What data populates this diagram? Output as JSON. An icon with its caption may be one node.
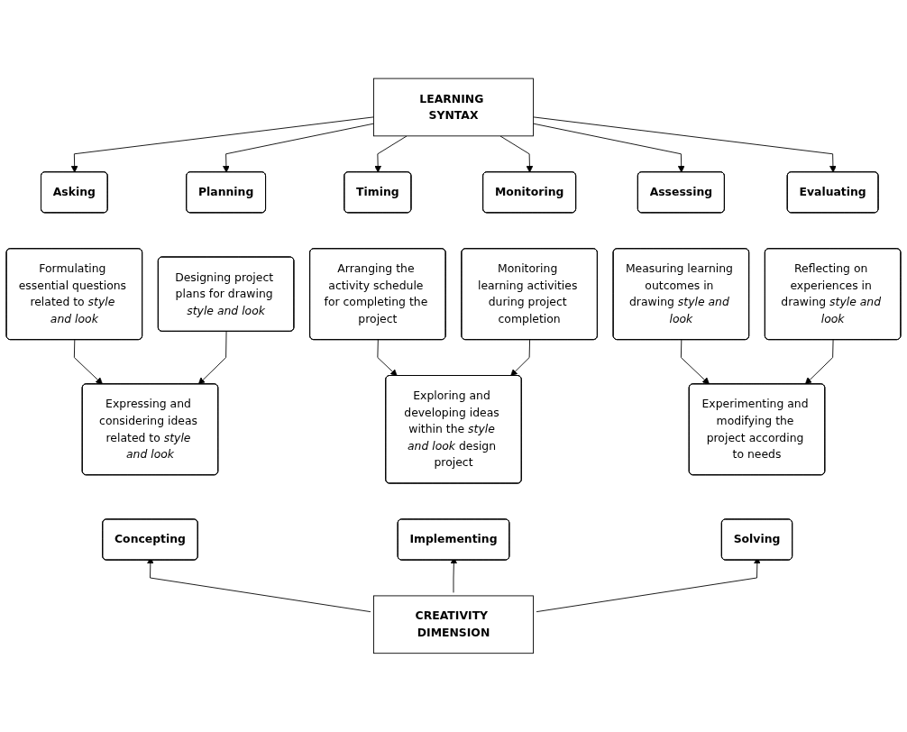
{
  "diagram": {
    "nodes": [
      {
        "text": [
          "LEARNING SYNTAX"
        ]
      },
      {
        "text": [
          "Asking"
        ]
      },
      {
        "text": [
          "Planning"
        ]
      },
      {
        "text": [
          "Timing"
        ]
      },
      {
        "text": [
          "Monitoring"
        ]
      },
      {
        "text": [
          "Assessing"
        ]
      },
      {
        "text": [
          "Evaluating"
        ]
      },
      {
        "text": [
          "Formulating essential questions related to *style and look*"
        ]
      },
      {
        "text": [
          "Designing project plans for drawing *style and look*"
        ]
      },
      {
        "text": [
          "Arranging the activity schedule for completing the project"
        ]
      },
      {
        "text": [
          "Monitoring learning activities during project completion"
        ]
      },
      {
        "text": [
          "Measuring learning outcomes in drawing *style and look*"
        ]
      },
      {
        "text": [
          "Reflecting on experiences in drawing *style and look*"
        ]
      },
      {
        "text": [
          "Expressing and considering ideas related to *style and look*"
        ]
      },
      {
        "text": [
          "Exploring and developing ideas within the *style and look* design project"
        ]
      },
      {
        "text": [
          "Experimenting and modifying the project according to needs"
        ]
      },
      {
        "text": [
          "Concepting"
        ]
      },
      {
        "text": [
          "Implementing"
        ]
      },
      {
        "text": [
          "Solving"
        ]
      },
      {
        "text": [
          "CREATIVITY DIMENSION"
        ]
      }
    ],
    "edges": [
      {
        "from": 0,
        "to": 1,
        "arrow": "to"
      },
      {
        "from": 0,
        "to": 2,
        "arrow": "to"
      },
      {
        "from": 0,
        "to": 3,
        "arrow": "to"
      },
      {
        "from": 0,
        "to": 4,
        "arrow": "to"
      },
      {
        "from": 0,
        "to": 5,
        "arrow": "to"
      },
      {
        "from": 0,
        "to": 6,
        "arrow": "to"
      },
      {
        "from": 7,
        "to": 13,
        "arrow": "to"
      },
      {
        "from": 8,
        "to": 13,
        "arrow": "to"
      },
      {
        "from": 9,
        "to": 14,
        "arrow": "to"
      },
      {
        "from": 10,
        "to": 14,
        "arrow": "to"
      },
      {
        "from": 11,
        "to": 15,
        "arrow": "to"
      },
      {
        "from": 12,
        "to": 15,
        "arrow": "to"
      },
      {
        "from": 19,
        "to": 16,
        "arrow": "to"
      },
      {
        "from": 19,
        "to": 17,
        "arrow": "to"
      },
      {
        "from": 19,
        "to": 18,
        "arrow": "to"
      }
    ]
  }
}
